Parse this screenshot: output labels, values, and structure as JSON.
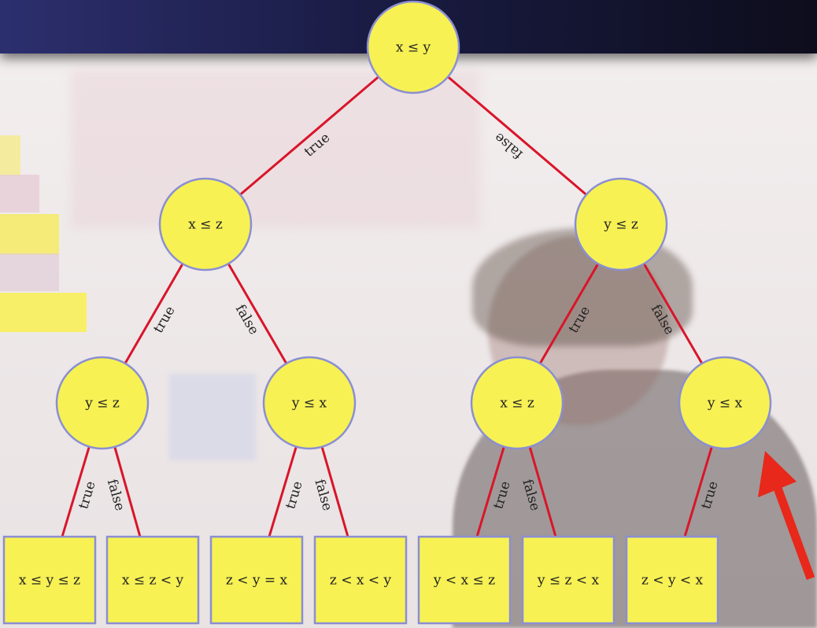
{
  "colors": {
    "node_fill": "#f7f154",
    "node_stroke": "#8a8fd2",
    "edge": "#d9152a",
    "arrow": "#e8281b",
    "text": "#222222"
  },
  "tree": {
    "root": {
      "label": "x ≤ y"
    },
    "level1": [
      {
        "label": "x ≤ z"
      },
      {
        "label": "y ≤ z"
      }
    ],
    "level2": [
      {
        "label": "y ≤ z"
      },
      {
        "label": "y ≤ x"
      },
      {
        "label": "x ≤ z"
      },
      {
        "label": "y ≤ x"
      }
    ],
    "leaves": [
      {
        "label": "x ≤ y ≤ z"
      },
      {
        "label": "x ≤ z < y"
      },
      {
        "label": "z < y = x"
      },
      {
        "label": "z < x < y"
      },
      {
        "label": "y < x ≤ z"
      },
      {
        "label": "y ≤ z < x"
      },
      {
        "label": "z < y < x"
      }
    ],
    "edge_labels": {
      "true": "true",
      "false": "false"
    }
  }
}
